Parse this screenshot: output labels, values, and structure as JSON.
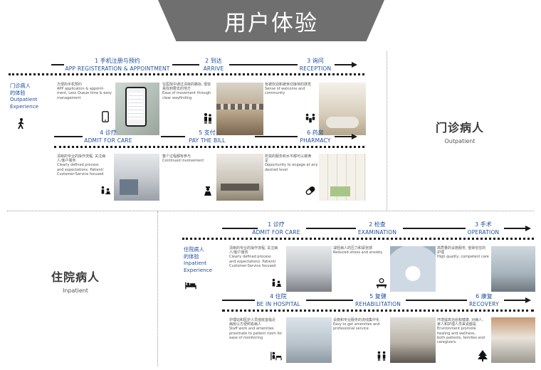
{
  "header": {
    "title": "用户体验"
  },
  "outpatient": {
    "title_zh": "门诊病人",
    "title_en": "Outpatient",
    "side_label": [
      "门诊病人",
      "的体验",
      "Outpatient",
      "Experience"
    ],
    "steps_top": [
      {
        "zh": "1 手机注册与预约",
        "en": "APP REGISTERATION & APPOINTMENT"
      },
      {
        "zh": "2 到达",
        "en": "ARRIVE"
      },
      {
        "zh": "3 询问",
        "en": "RECEPTION"
      }
    ],
    "steps_bottom": [
      {
        "zh": "4 诊疗",
        "en": "ADMIT FOR CARE"
      },
      {
        "zh": "5 支付",
        "en": "PAY THE BILL"
      },
      {
        "zh": "6 药房",
        "en": "PHARMACY"
      }
    ],
    "descs_top": [
      [
        "方便的手机预约",
        "",
        "APP application & appoint-",
        "ment, Less Queue time & easy",
        "management"
      ],
      [
        "在医院中通过清晰的路标, 很容",
        "易找到要去的地方",
        "",
        "Ease of movement through",
        "clear wayfinding"
      ],
      [
        "有被欢迎和被亲切接待的感觉",
        "",
        "Sense of welcome and",
        "community"
      ]
    ],
    "descs_bottom": [
      [
        "清晰的专业的操作流程, 关注病",
        "人/客户服务",
        "",
        "Clearly defined process",
        "and expectations. Patient/",
        "Customer-Service focused"
      ],
      [
        "整个过程都有参与",
        "",
        "Continued involvement"
      ],
      [
        "所需的服务和水平都可以被满",
        "足",
        "",
        "Opportunity to engage at any",
        "desired level"
      ]
    ]
  },
  "inpatient": {
    "title_zh": "住院病人",
    "title_en": "Inpatient",
    "side_label": [
      "住院病人",
      "的体验",
      "Inpatient",
      "Experience"
    ],
    "steps_top": [
      {
        "zh": "1 诊疗",
        "en": "ADMIT FOR CARE"
      },
      {
        "zh": "2 检查",
        "en": "EXAMINATION"
      },
      {
        "zh": "3 手术",
        "en": "OPERATION"
      }
    ],
    "steps_bottom": [
      {
        "zh": "4 住院",
        "en": "BE IN HOSPITAL"
      },
      {
        "zh": "5 复健",
        "en": "REHABILITATION"
      },
      {
        "zh": "6 康复",
        "en": "RECOVERY"
      }
    ],
    "descs_top": [
      [
        "清晰的专业的操作流程, 关注病",
        "人/客户服务",
        "",
        "Clearly defined process",
        "and expectations. Patient/",
        "Customer-Service focused"
      ],
      [
        "减轻病人的压力和紧张感",
        "",
        "Reduced stress and anxiety"
      ],
      [
        "高质量的设施服务, 值得信任的",
        "护理",
        "",
        "High quality, competent care"
      ]
    ],
    "descs_bottom": [
      [
        "护理站和医护人员值班室临近",
        "病房以方便照看病人",
        "",
        "Staff work and amenities",
        "proximate to patient room for",
        "ease of monitoring"
      ],
      [
        "设施和专业服务的流线集中化",
        "Easy to get amenities and",
        "professional service"
      ],
      [
        "环境提高治愈和健康, 对病人,",
        "家人和护理人员来说都是",
        "",
        "Environment promote",
        "healing and wellness,",
        "both patients, families and",
        "caregivers."
      ]
    ]
  },
  "icons": [
    "walking-person-icon",
    "phone-icon",
    "people-icon",
    "reception-icon",
    "doctor-patient-icon",
    "nurse-icon",
    "pill-icon",
    "hospital-bed-icon",
    "examination-icon",
    "nurse-station-icon",
    "rehab-icon",
    "tree-icon"
  ]
}
